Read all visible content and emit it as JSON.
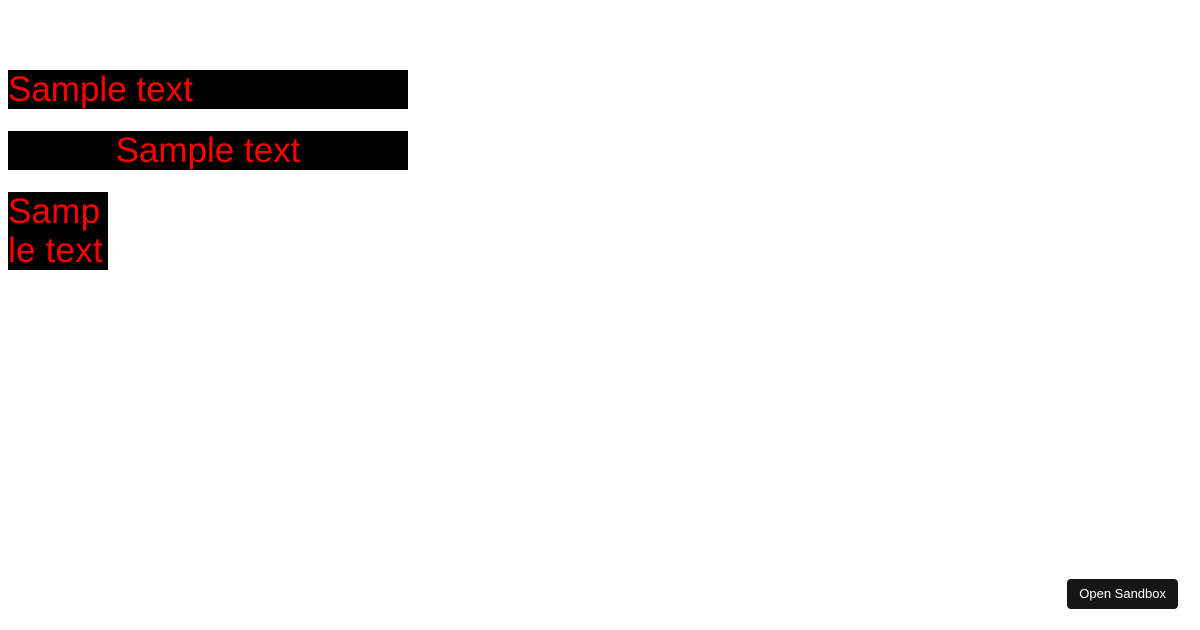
{
  "boxes": [
    {
      "text": "Sample text",
      "alignment": "left"
    },
    {
      "text": "Sample text",
      "alignment": "center"
    },
    {
      "text": "Sample text",
      "alignment": "left-wrapped-narrow"
    }
  ],
  "sandbox_button": {
    "label": "Open Sandbox"
  },
  "colors": {
    "page_background": "#ffffff",
    "box_background": "#000000",
    "sample_text": "#ff0000",
    "button_background": "#161616",
    "button_text": "#ffffff"
  }
}
